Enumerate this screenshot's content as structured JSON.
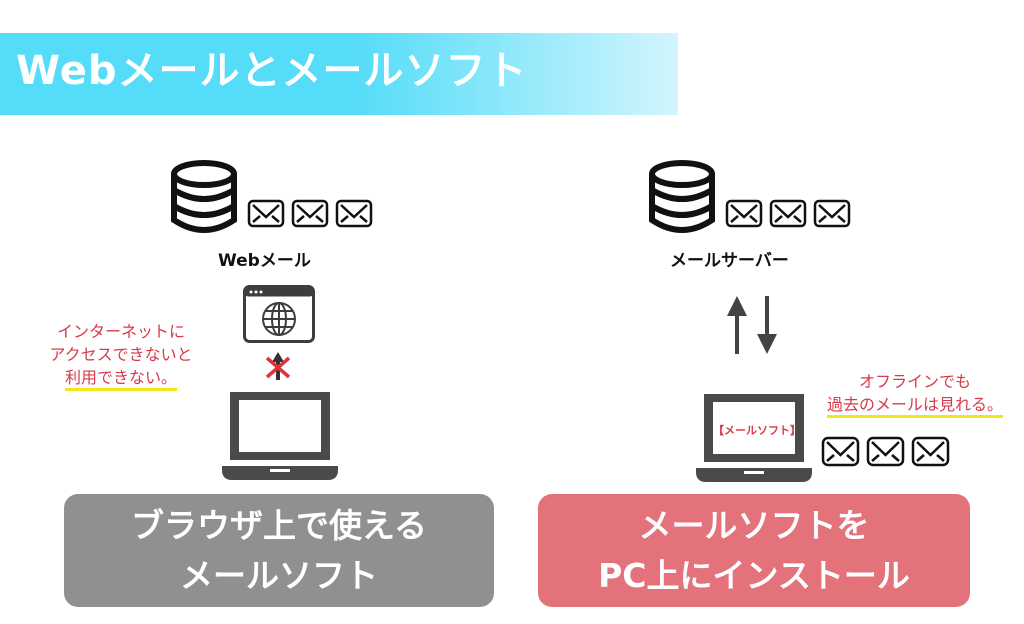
{
  "title": "Webメールとメールソフト",
  "left": {
    "server_label": "Webメール",
    "note_lines": [
      "インターネットに",
      "アクセスできないと"
    ],
    "note_highlight": "利用できない。",
    "box_lines": [
      "ブラウザ上で使える",
      "メールソフト"
    ],
    "box_color": "#909090",
    "icons": [
      "database-icon",
      "envelope-icon",
      "envelope-icon",
      "envelope-icon",
      "browser-globe-icon",
      "blocked-arrow-icon",
      "laptop-icon"
    ]
  },
  "right": {
    "server_label": "メールサーバー",
    "laptop_screen_text": "【メールソフト】",
    "note_lines": [
      "オフラインでも"
    ],
    "note_highlight": "過去のメールは見れる。",
    "box_lines": [
      "メールソフトを",
      "PC上にインストール"
    ],
    "box_color": "#e4727b",
    "icons": [
      "database-icon",
      "envelope-icon",
      "envelope-icon",
      "envelope-icon",
      "sync-arrows-icon",
      "laptop-icon",
      "envelope-icon",
      "envelope-icon",
      "envelope-icon"
    ]
  },
  "colors": {
    "title_bg": "#55dcf8",
    "accent_red": "#d8394a",
    "highlight": "#f5e51e",
    "icon_dark": "#4a4a4a"
  }
}
